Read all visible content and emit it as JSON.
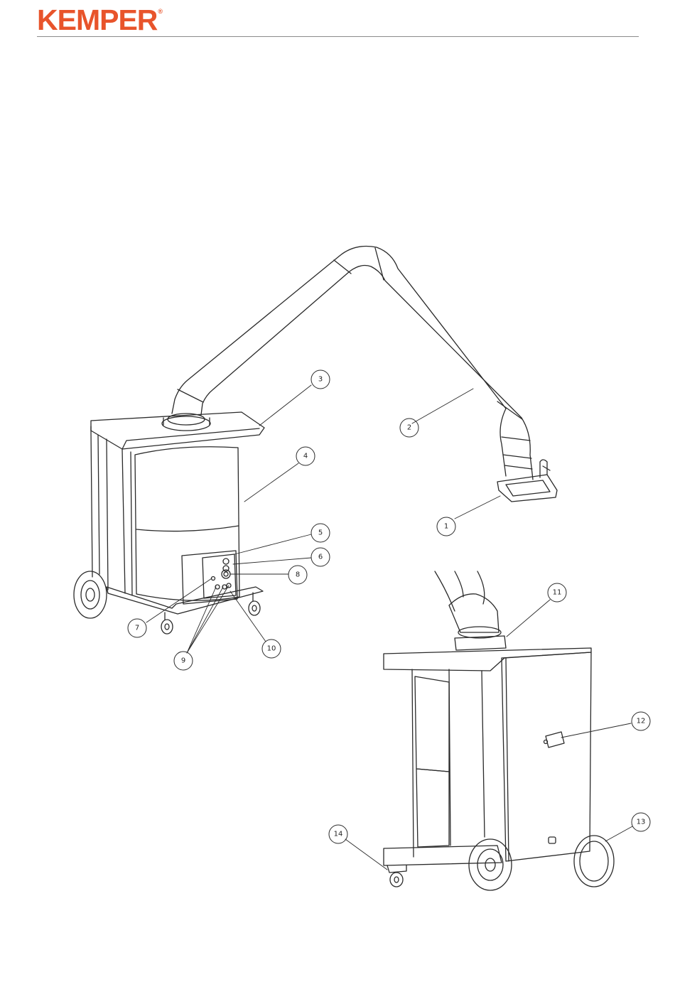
{
  "brand": {
    "name": "KEMPER",
    "registered_mark": "®",
    "color": "#e8542b"
  },
  "callouts": [
    "1",
    "2",
    "3",
    "4",
    "5",
    "6",
    "7",
    "8",
    "9",
    "10",
    "11",
    "12",
    "13",
    "14"
  ]
}
